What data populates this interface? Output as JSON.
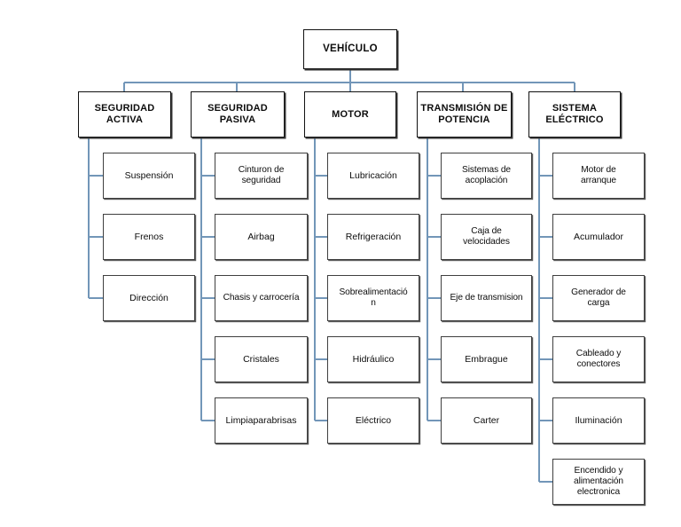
{
  "diagram": {
    "type": "organizational-tree",
    "title": "VEHÍCULO",
    "orientation": "top-down",
    "colors": {
      "connector": "#7296b8",
      "node_border": "#111111",
      "leaf_border": "#3f3f3f",
      "background": "#ffffff",
      "text": "#0d0d0d"
    },
    "root": {
      "label": "VEHÍCULO"
    },
    "branches": [
      {
        "label": "SEGURIDAD\nACTIVA",
        "children": [
          {
            "label": "Suspensión"
          },
          {
            "label": "Frenos"
          },
          {
            "label": "Dirección"
          }
        ]
      },
      {
        "label": "SEGURIDAD\nPASIVA",
        "children": [
          {
            "label": "Cinturon de\nseguridad"
          },
          {
            "label": "Airbag"
          },
          {
            "label": "Chasis y carrocería"
          },
          {
            "label": "Cristales"
          },
          {
            "label": "Limpiaparabrisas"
          }
        ]
      },
      {
        "label": "MOTOR",
        "children": [
          {
            "label": "Lubricación"
          },
          {
            "label": "Refrigeración"
          },
          {
            "label": "Sobrealimentació\nn"
          },
          {
            "label": "Hidráulico"
          },
          {
            "label": "Eléctrico"
          }
        ]
      },
      {
        "label": "TRANSMISIÓN DE\nPOTENCIA",
        "children": [
          {
            "label": "Sistemas de\nacoplación"
          },
          {
            "label": "Caja de\nvelocidades"
          },
          {
            "label": "Eje de transmision"
          },
          {
            "label": "Embrague"
          },
          {
            "label": "Carter"
          }
        ]
      },
      {
        "label": "SISTEMA\nELÉCTRICO",
        "children": [
          {
            "label": "Motor de\narranque"
          },
          {
            "label": "Acumulador"
          },
          {
            "label": "Generador de\ncarga"
          },
          {
            "label": "Cableado y\nconectores"
          },
          {
            "label": "Iluminación"
          },
          {
            "label": "Encendido y\nalimentación\nelectronica"
          }
        ]
      }
    ]
  }
}
